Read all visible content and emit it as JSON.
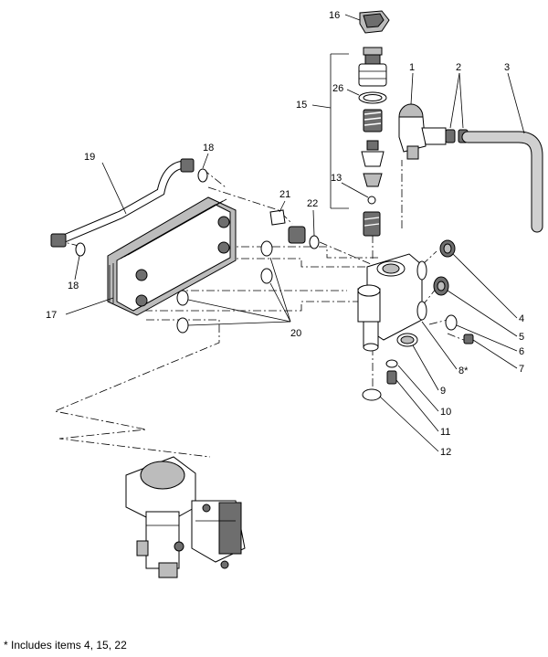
{
  "callouts": [
    "1",
    "2",
    "3",
    "4",
    "5",
    "6",
    "7",
    "8*",
    "9",
    "10",
    "11",
    "12",
    "13",
    "15",
    "16",
    "17",
    "18",
    "18",
    "19",
    "20",
    "21",
    "22",
    "26"
  ],
  "footnote": "* Includes items 4, 15, 22"
}
